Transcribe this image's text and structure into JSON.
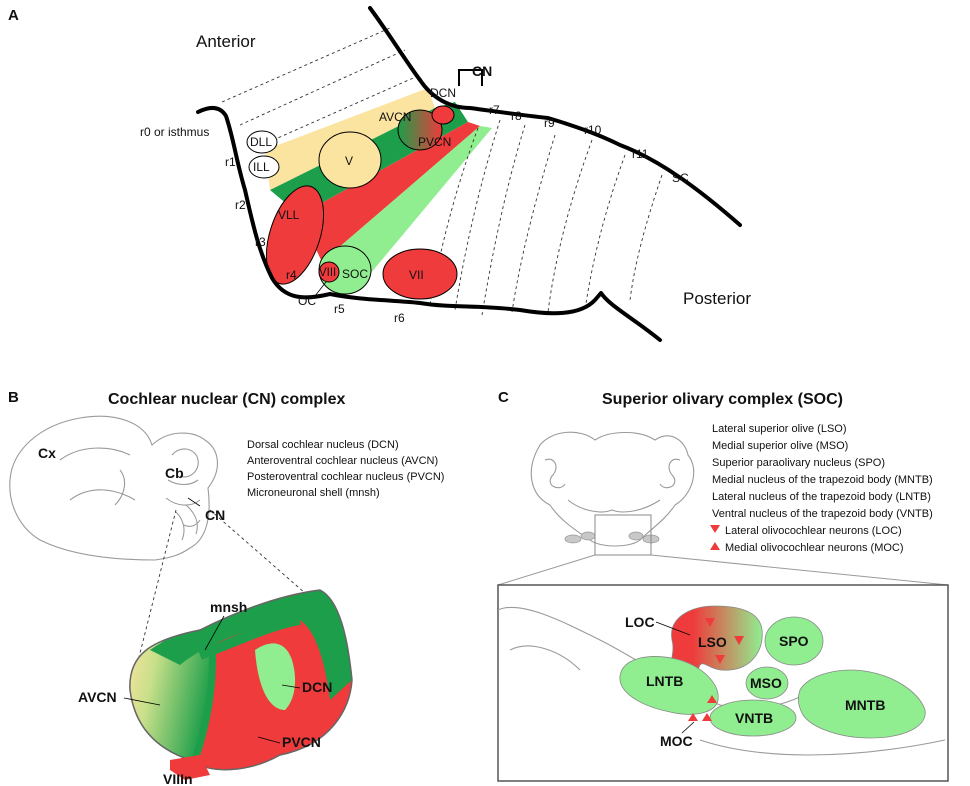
{
  "colors": {
    "red": "#ef3b3b",
    "dark_green": "#1c9e4a",
    "light_green": "#90ee90",
    "pale_yellow": "#fbe3a0"
  },
  "panel_a": {
    "letter": "A",
    "anterior": "Anterior",
    "posterior": "Posterior",
    "cn_bracket": "CN",
    "rhombomeres": {
      "r0": "r0 or isthmus",
      "r1": "r1",
      "r2": "r2",
      "r3": "r3",
      "r4": "r4",
      "r5": "r5",
      "r6": "r6",
      "r7": "r7",
      "r8": "r8",
      "r9": "r9",
      "r10": "r10",
      "r11": "r11",
      "sc": "SC"
    },
    "nuclei": {
      "dll": "DLL",
      "ill": "ILL",
      "v": "V",
      "vll": "VLL",
      "viii": "VIII",
      "soc": "SOC",
      "oc": "OC",
      "vii": "VII",
      "avcn": "AVCN",
      "dcn": "DCN",
      "pvcn": "PVCN"
    }
  },
  "panel_b": {
    "letter": "B",
    "title": "Cochlear nuclear (CN) complex",
    "legend": [
      "Dorsal cochlear nucleus (DCN)",
      "Anteroventral cochlear nucleus (AVCN)",
      "Posteroventral cochlear nucleus (PVCN)",
      "Microneuronal shell (mnsh)"
    ],
    "labels": {
      "cx": "Cx",
      "cb": "Cb",
      "cn": "CN",
      "mnsh": "mnsh",
      "avcn": "AVCN",
      "dcn": "DCN",
      "pvcn": "PVCN",
      "viiin": "VIIIn"
    }
  },
  "panel_c": {
    "letter": "C",
    "title": "Superior olivary complex (SOC)",
    "legend": [
      "Lateral superior olive (LSO)",
      "Medial superior olive (MSO)",
      "Superior paraolivary nucleus (SPO)",
      "Medial nucleus of the trapezoid body (MNTB)",
      "Lateral nucleus of the trapezoid body (LNTB)",
      "Ventral nucleus of the trapezoid body (VNTB)",
      "Lateral olivocochlear neurons (LOC)",
      "Medial olivocochlear neurons (MOC)"
    ],
    "labels": {
      "loc": "LOC",
      "lso": "LSO",
      "spo": "SPO",
      "mso": "MSO",
      "lntb": "LNTB",
      "mntb": "MNTB",
      "vntb": "VNTB",
      "moc": "MOC"
    }
  }
}
